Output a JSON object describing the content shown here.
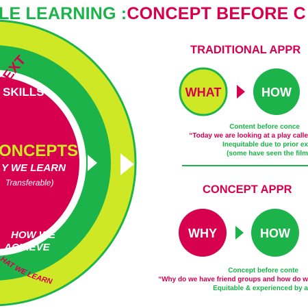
{
  "header": {
    "title_part1": "LE LEARNING : ",
    "title_part2": "CONCEPT BEFORE C"
  },
  "diagram": {
    "outer_ring_top": "NT  |  CONTEXT",
    "outer_ring_bottom": "HAT WE LEARN",
    "skills_label": "SKILLS",
    "achieve_line1": "HOW WE",
    "achieve_line2": "ACHIEVE",
    "concepts_title": "ONCEPTS",
    "concepts_subtitle": "Y WE LEARN",
    "concepts_note": "Transferable)"
  },
  "traditional": {
    "title": "TRADITIONAL APPR",
    "node1": "WHAT",
    "node2": "HOW",
    "note_line1": "Content before conce",
    "note_line2": "“Today we are looking at a play calle",
    "note_line3": "Inequitable due to prior ex",
    "note_line4": "(some have seen the film"
  },
  "concept": {
    "title": "CONCEPT APPR",
    "node1": "WHY",
    "node2": "HOW",
    "note_line1": "Concept before conte",
    "note_line2": "“Why do we have friend groups and how do w",
    "note_line3": "Equitable & experienced by a"
  },
  "colors": {
    "lime": "#cfe826",
    "green": "#1bb34a",
    "pink": "#d6004f",
    "white": "#ffffff"
  }
}
